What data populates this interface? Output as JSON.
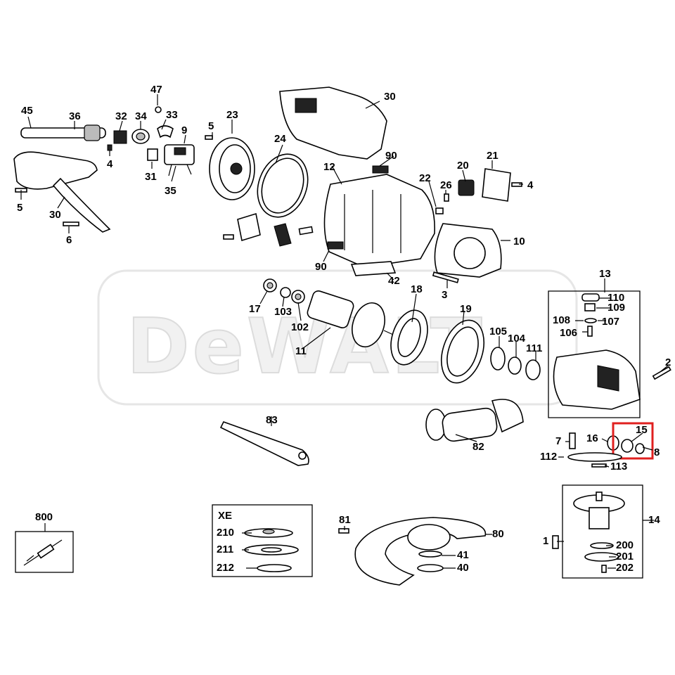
{
  "watermark": {
    "text": "DeWALT"
  },
  "labels": {
    "l45": "45",
    "l36": "36",
    "l32": "32",
    "l34": "34",
    "l47": "47",
    "l33": "33",
    "l9": "9",
    "l5a": "5",
    "l23": "23",
    "l4a": "4",
    "l31": "31",
    "l35": "35",
    "l5b": "5",
    "l30a": "30",
    "l6": "6",
    "l24": "24",
    "l30b": "30",
    "l90a": "90",
    "l12": "12",
    "l22": "22",
    "l20": "20",
    "l21": "21",
    "l26": "26",
    "l4b": "4",
    "l10": "10",
    "l90b": "90",
    "l42": "42",
    "l3": "3",
    "l13": "13",
    "l17": "17",
    "l103": "103",
    "l102": "102",
    "l11": "11",
    "l18": "18",
    "l19": "19",
    "l105": "105",
    "l104": "104",
    "l111": "111",
    "l110": "110",
    "l109": "109",
    "l108": "108",
    "l107": "107",
    "l106": "106",
    "l2": "2",
    "l83": "83",
    "l82": "82",
    "l15": "15",
    "l7": "7",
    "l16": "16",
    "l8": "8",
    "l112": "112",
    "l113": "113",
    "l800": "800",
    "lXE": "XE",
    "l210": "210",
    "l211": "211",
    "l212": "212",
    "l81": "81",
    "l80": "80",
    "l41": "41",
    "l40": "40",
    "l14": "14",
    "l1": "1",
    "l200": "200",
    "l201": "201",
    "l202": "202"
  },
  "highlight": {
    "color": "#e0201f",
    "part": "15"
  }
}
